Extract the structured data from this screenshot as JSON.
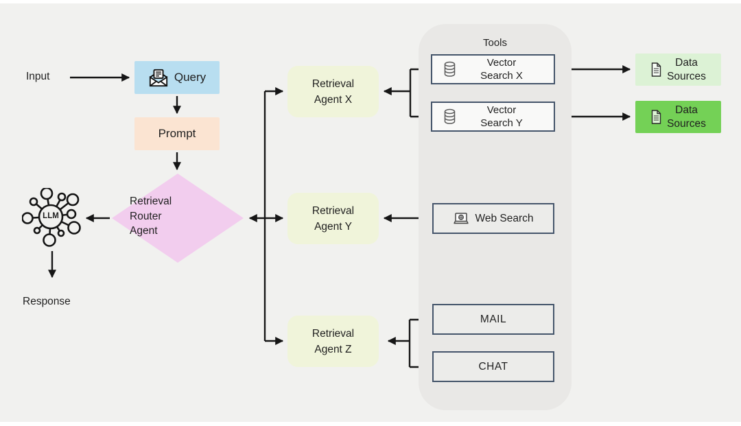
{
  "colors": {
    "canvas_bg": "#f1f1ef",
    "query_bg": "#b8def0",
    "prompt_bg": "#fbe4d2",
    "router_bg": "#f2cdee",
    "agent_bg": "#f0f4da",
    "tools_bg": "#e9e8e6",
    "tool_box_bg": "#ececea",
    "vector_box_bg": "#f9f9f8",
    "tool_box_border": "#44546a",
    "data_sources_light_bg": "#dcf2d5",
    "data_sources_dark_bg": "#74d156",
    "arrow": "#161616",
    "text": "#1f1f1f"
  },
  "diagram": {
    "input_label": "Input",
    "response_label": "Response",
    "query": {
      "label": "Query",
      "icon": "open-envelope-icon"
    },
    "prompt": {
      "label": "Prompt"
    },
    "router": {
      "line1": "Retrieval",
      "line2": "Router",
      "line3": "Agent"
    },
    "llm": {
      "label": "LLM",
      "icon": "llm-network-icon"
    },
    "agents": {
      "x": {
        "line1": "Retrieval",
        "line2": "Agent X"
      },
      "y": {
        "line1": "Retrieval",
        "line2": "Agent Y"
      },
      "z": {
        "line1": "Retrieval",
        "line2": "Agent Z"
      }
    },
    "tools": {
      "title": "Tools",
      "vector_search_x": {
        "line1": "Vector",
        "line2": "Search X",
        "icon": "database-icon"
      },
      "vector_search_y": {
        "line1": "Vector",
        "line2": "Search Y",
        "icon": "database-icon"
      },
      "web_search": {
        "label": "Web Search",
        "icon": "laptop-globe-icon"
      },
      "mail": {
        "label": "MAIL"
      },
      "chat": {
        "label": "CHAT"
      }
    },
    "data_sources": {
      "light": {
        "line1": "Data",
        "line2": "Sources",
        "icon": "document-icon"
      },
      "dark": {
        "line1": "Data",
        "line2": "Sources",
        "icon": "document-icon"
      }
    }
  }
}
